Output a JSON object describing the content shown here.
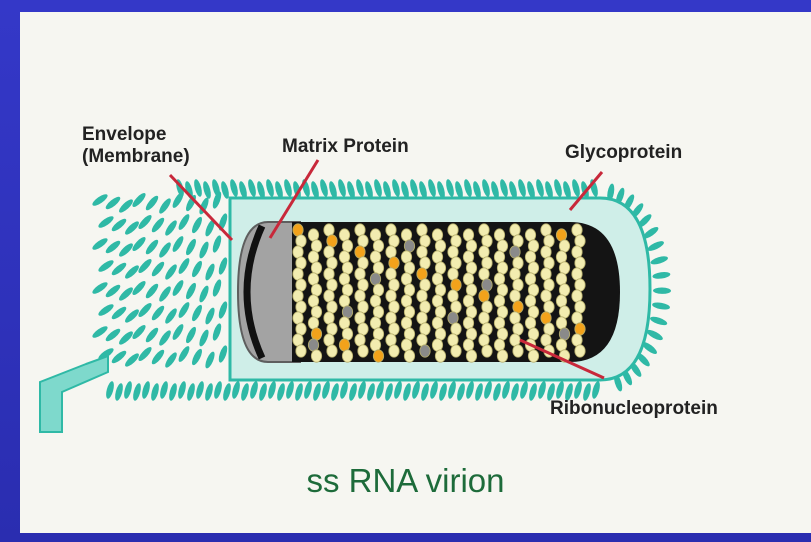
{
  "labels": {
    "envelope_line1": "Envelope",
    "envelope_line2": "(Membrane)",
    "matrix": "Matrix Protein",
    "glyco": "Glycoprotein",
    "ribo": "Ribonucleoprotein"
  },
  "caption": "ss RNA virion",
  "colors": {
    "frame": "#2b2fb8",
    "background": "#f6f6f1",
    "glycoprotein": "#2fb9a6",
    "matrix": "#a3a3a3",
    "rnp": "#f2ecb0",
    "rnp_dots": "#f2a21b",
    "leader_lines": "#c8283a",
    "caption": "#1d6b3a"
  }
}
